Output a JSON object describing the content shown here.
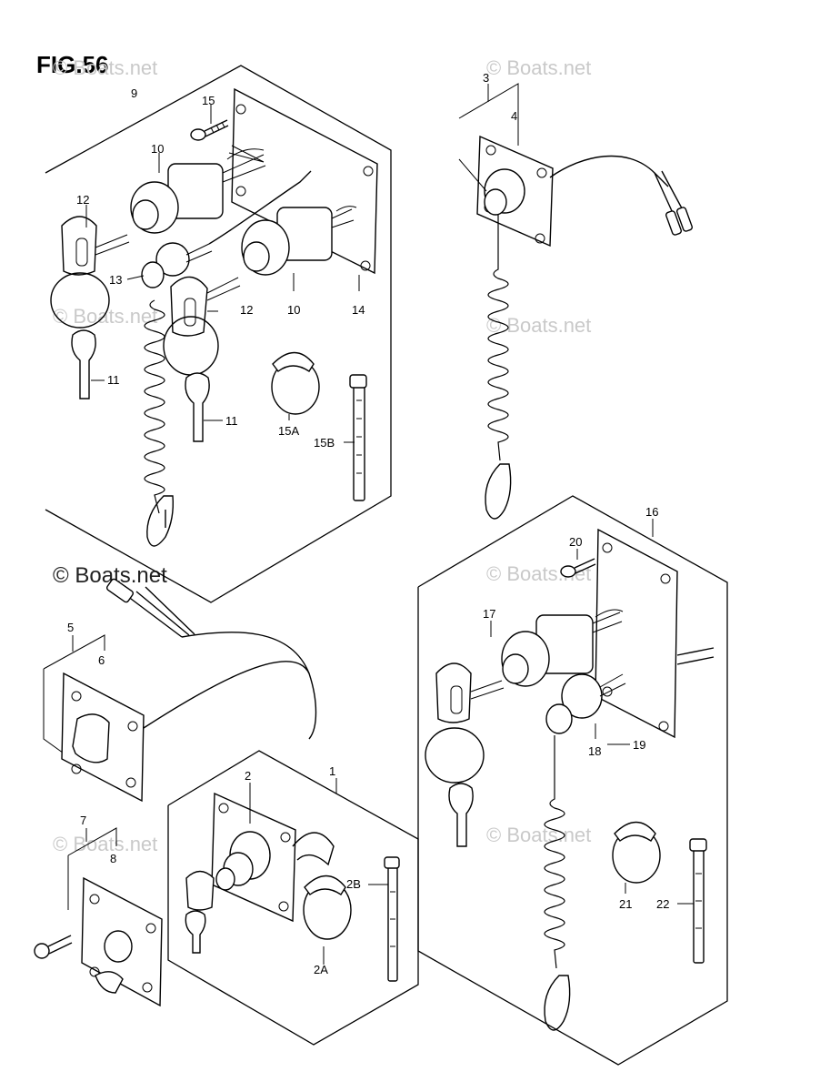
{
  "figure": {
    "title": "FIG.56"
  },
  "watermarks": {
    "small": "© Boats.net",
    "main": "© Boats.net"
  },
  "callouts": {
    "c1": "1",
    "c2": "2",
    "c2A": "2A",
    "c2B": "2B",
    "c3": "3",
    "c4": "4",
    "c5": "5",
    "c6": "6",
    "c7": "7",
    "c8": "8",
    "c9": "9",
    "c10a": "10",
    "c10b": "10",
    "c11a": "11",
    "c11b": "11",
    "c12a": "12",
    "c12b": "12",
    "c13": "13",
    "c14": "14",
    "c15": "15",
    "c15A": "15A",
    "c15B": "15B",
    "c16": "16",
    "c17": "17",
    "c18": "18",
    "c19": "19",
    "c20": "20",
    "c21": "21",
    "c22": "22"
  },
  "icons": {
    "ignition": "ignition-switch-icon",
    "key": "key-icon",
    "lanyard": "lanyard-cord-icon",
    "cap": "rubber-cap-icon",
    "tie": "cable-tie-icon",
    "screw": "screw-icon"
  }
}
